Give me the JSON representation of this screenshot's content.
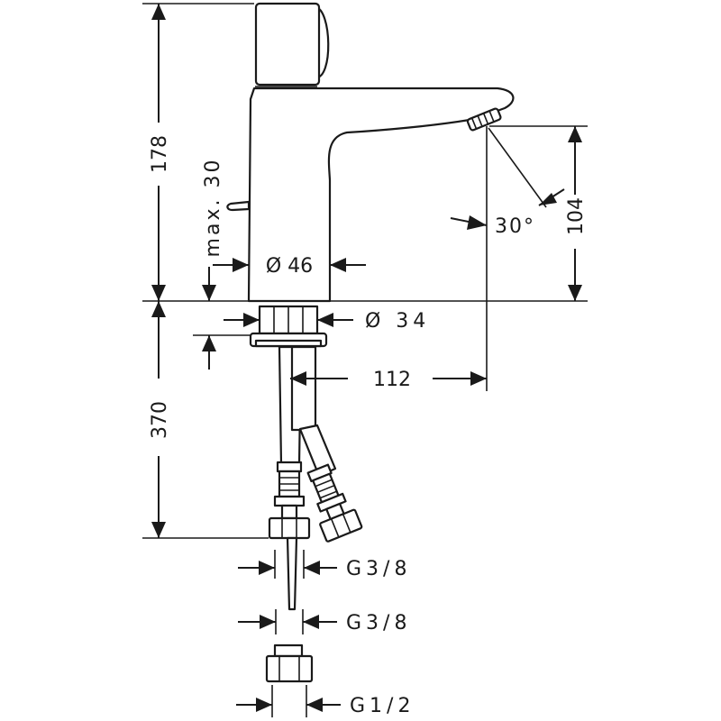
{
  "dimensions": {
    "height_upper": "178",
    "max_30": "max. 30",
    "diameter_body": "Ø 46",
    "diameter_shank": "Ø 34",
    "spout_height": "104",
    "spray_angle": "30°",
    "projection": "112",
    "hose_length": "370",
    "thread_1": "G3/8",
    "thread_2": "G3/8",
    "thread_3": "G1/2"
  },
  "colors": {
    "line": "#1a1a1a",
    "background": "#ffffff"
  }
}
